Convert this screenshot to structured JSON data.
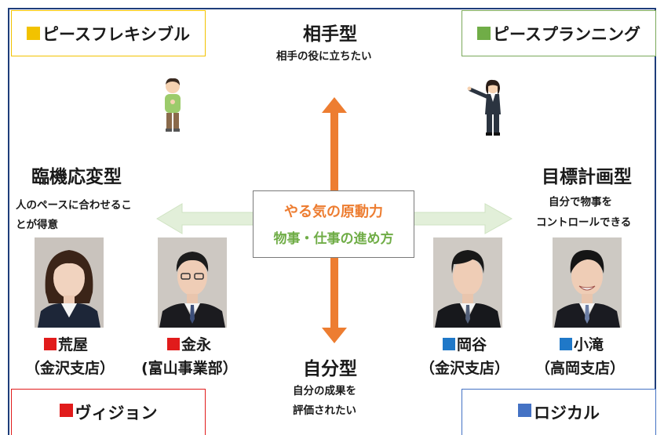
{
  "colors": {
    "yellow": "#f2c200",
    "green": "#70ad47",
    "red": "#e11b1b",
    "blue": "#4472c4",
    "orange": "#ed7d31",
    "light_green_arrow": "#e2efd9"
  },
  "quadrants": {
    "top_left": "ピースフレキシブル",
    "top_right": "ピースプランニング",
    "bottom_left": "ヴィジョン",
    "bottom_right": "ロジカル"
  },
  "axes": {
    "top": {
      "title": "相手型",
      "desc": "相手の役に立ちたい"
    },
    "bottom": {
      "title": "自分型",
      "desc_line1": "自分の成果を",
      "desc_line2": "評価されたい"
    },
    "left": {
      "title": "臨機応変型",
      "desc_line1": "人のペースに合わせるこ",
      "desc_line2": "とが得意"
    },
    "right": {
      "title": "目標計画型",
      "desc_line1": "自分で物事を",
      "desc_line2": "コントロールできる"
    }
  },
  "center": {
    "line1": "やる気の原動力",
    "line2": "物事・仕事の進め方"
  },
  "people": [
    {
      "name": "荒屋",
      "branch": "（金沢支店）",
      "color": "#e11b1b",
      "icon": "red-square-icon"
    },
    {
      "name": "金永",
      "branch": "(富山事業部）",
      "color": "#e11b1b",
      "icon": "red-square-icon"
    },
    {
      "name": "岡谷",
      "branch": "（金沢支店）",
      "color": "#1f78c8",
      "icon": "blue-square-icon"
    },
    {
      "name": "小滝",
      "branch": "（高岡支店）",
      "color": "#1f78c8",
      "icon": "blue-square-icon"
    }
  ]
}
